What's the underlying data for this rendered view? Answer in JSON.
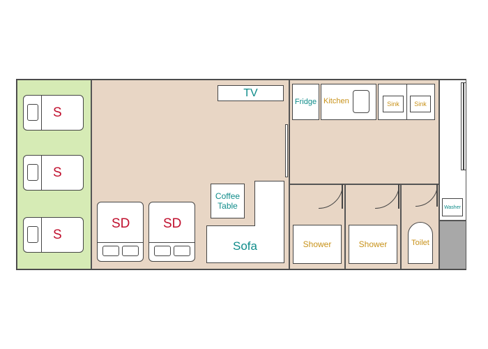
{
  "colors": {
    "bedroom_green": "#d6ebb5",
    "floor_beige": "#e8d6c5",
    "utility_gray": "#a8a8a8",
    "wall": "#444444",
    "teal_text": "#0f8c8a",
    "orange_text": "#c8921a",
    "red_text": "#c0102e"
  },
  "single_beds": {
    "label": "S",
    "count": 3
  },
  "sofa_beds": [
    {
      "label": "SD"
    },
    {
      "label": "SD"
    }
  ],
  "living": {
    "tv": "TV",
    "coffee_table": "Coffee\nTable",
    "sofa": "Sofa"
  },
  "kitchen": {
    "fridge": "Fridge",
    "kitchen": "Kitchen",
    "sink_1": "Sink",
    "sink_2": "Sink"
  },
  "bathrooms": {
    "shower_1": "Shower",
    "shower_2": "Shower",
    "toilet": "Toilet"
  },
  "utility": {
    "washer": "Washer"
  }
}
